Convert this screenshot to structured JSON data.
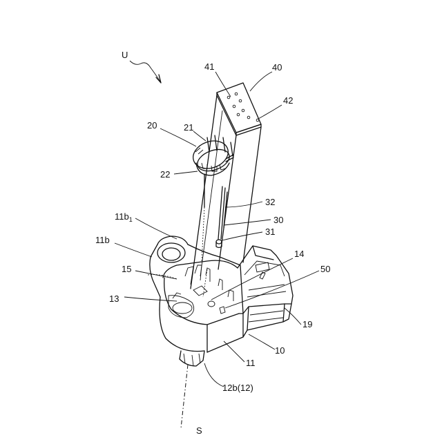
{
  "labels": {
    "U": "U",
    "n41": "41",
    "n40": "40",
    "n42": "42",
    "n20": "20",
    "n21": "21",
    "n22": "22",
    "n32": "32",
    "n30": "30",
    "n31": "31",
    "n11b1_main": "11b",
    "n11b1_sub": "1",
    "n11b": "11b",
    "n15": "15",
    "n14": "14",
    "n50": "50",
    "n13": "13",
    "n19": "19",
    "n10": "10",
    "n11": "11",
    "n12b": "12b(12)",
    "S": "S"
  }
}
